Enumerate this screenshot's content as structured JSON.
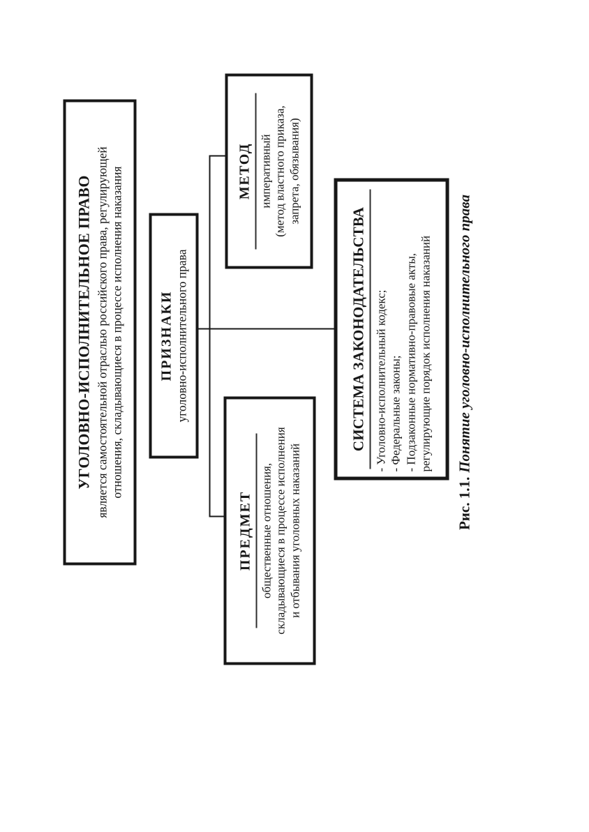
{
  "page": {
    "background": "#ffffff",
    "ink": "#171717",
    "orientation_note": "figure rotated 90deg counterclockwise on page"
  },
  "diagram": {
    "main_box": {
      "title": "УГОЛОВНО-ИСПОЛНИТЕЛЬНОЕ ПРАВО",
      "lines": [
        "является самостоятельной отраслью российского права, регулирующей",
        "отношения, складывающиеся в процессе исполнения наказания"
      ]
    },
    "priznaki_box": {
      "title": "ПРИЗНАКИ",
      "subtitle": "уголовно-исполнительного права"
    },
    "predmet_box": {
      "title": "ПРЕДМЕТ",
      "lines": [
        "общественные отношения,",
        "складывающиеся в процессе исполнения",
        "и отбывания уголовных наказаний"
      ]
    },
    "metod_box": {
      "title": "МЕТОД",
      "lines": [
        "императивный",
        "(метод властного приказа,",
        "запрета, обязывания)"
      ]
    },
    "sistema_box": {
      "title": "СИСТЕМА ЗАКОНОДАТЕЛЬСТВА",
      "lines": [
        "- Уголовно-исполнительный кодекс;",
        "- Федеральные законы;",
        "- Подзаконные нормативно-правовые акты,",
        "регулирующие порядок исполнения наказаний"
      ]
    }
  },
  "caption": {
    "label": "Рис. 1.1.",
    "text": "Понятие уголовно-исполнительного права"
  }
}
